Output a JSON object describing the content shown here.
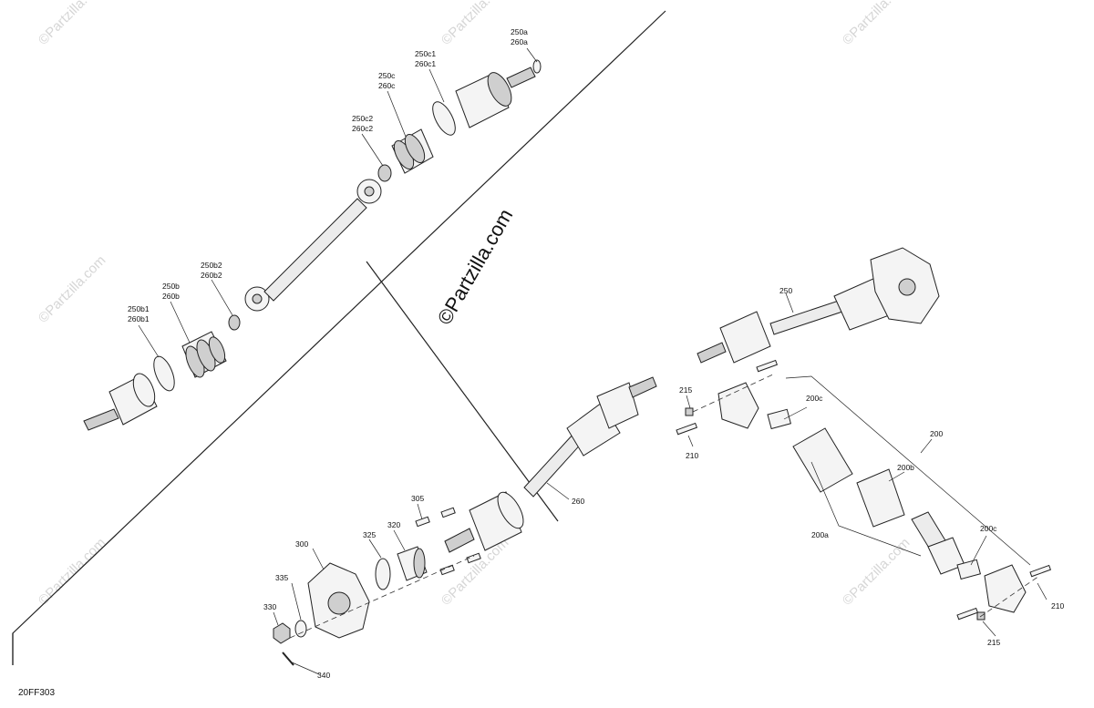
{
  "watermark": {
    "main": "©Partzilla.com",
    "repeat": "©Partzilla.com"
  },
  "drawing_code": "20FF303",
  "callouts": {
    "c250a": [
      "250a",
      "260a"
    ],
    "c250c1": [
      "250c1",
      "260c1"
    ],
    "c250c": [
      "250c",
      "260c"
    ],
    "c250c2": [
      "250c2",
      "260c2"
    ],
    "c250b2": [
      "250b2",
      "260b2"
    ],
    "c250b": [
      "250b",
      "260b"
    ],
    "c250b1": [
      "250b1",
      "260b1"
    ],
    "c250": "250",
    "c260": "260",
    "c305": "305",
    "c320": "320",
    "c325": "325",
    "c300": "300",
    "c335": "335",
    "c330": "330",
    "c340": "340",
    "c215_top": "215",
    "c210_top": "210",
    "c200c_top": "200c",
    "c200": "200",
    "c200b": "200b",
    "c200a": "200a",
    "c200c_bot": "200c",
    "c210_bot": "210",
    "c215_bot": "215"
  }
}
